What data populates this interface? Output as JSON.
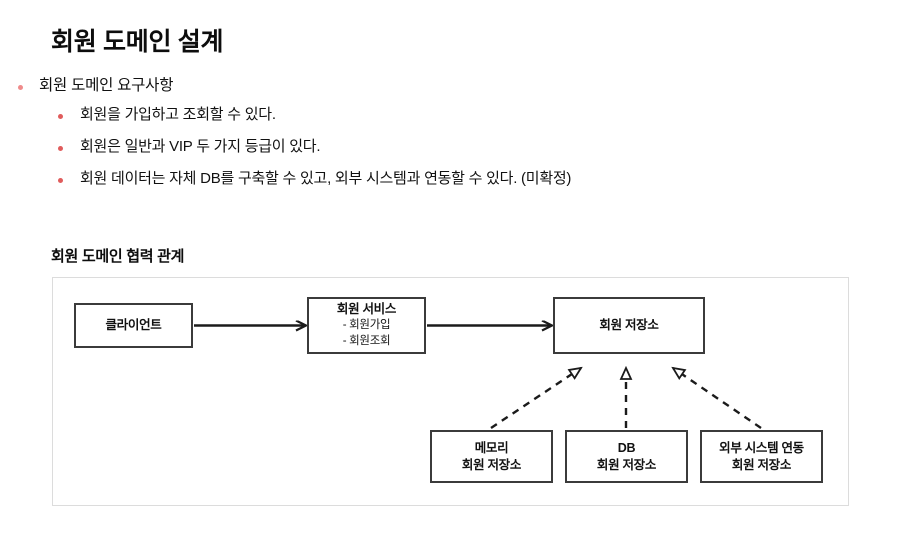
{
  "slide": {
    "title": "회원 도메인 설계"
  },
  "requirements": {
    "heading": "회원 도메인 요구사항",
    "items": [
      "회원을 가입하고 조회할 수 있다.",
      "회원은 일반과 VIP 두 가지 등급이 있다.",
      "회원 데이터는 자체 DB를 구축할 수 있고, 외부 시스템과 연동할 수 있다. (미확정)"
    ]
  },
  "diagram": {
    "heading": "회원 도메인 협력 관계",
    "nodes": {
      "client": {
        "title": "클라이언트",
        "lines": []
      },
      "service": {
        "title": "회원 서비스",
        "lines": [
          "- 회원가입",
          "- 회원조회"
        ]
      },
      "repository": {
        "title": "회원 저장소",
        "lines": []
      },
      "memory": {
        "title": "메모리",
        "lines": [
          "회원 저장소"
        ]
      },
      "db": {
        "title": "DB",
        "lines": [
          "회원 저장소"
        ]
      },
      "external": {
        "title": "외부 시스템 연동",
        "lines": [
          "회원 저장소"
        ]
      }
    },
    "edges": [
      {
        "name": "client-to-service",
        "style": "solid",
        "arrow": "open"
      },
      {
        "name": "service-to-repository",
        "style": "solid",
        "arrow": "open"
      },
      {
        "name": "memory-realizes-repository",
        "style": "dashed",
        "arrow": "hollow-triangle"
      },
      {
        "name": "db-realizes-repository",
        "style": "dashed",
        "arrow": "hollow-triangle"
      },
      {
        "name": "external-realizes-repository",
        "style": "dashed",
        "arrow": "hollow-triangle"
      }
    ]
  },
  "colors": {
    "bullet_level1": "#ef8b8b",
    "bullet_level2": "#e05c5c",
    "node_border": "#3b3b3b",
    "frame_border": "#dcdcdc",
    "text": "#111111"
  }
}
